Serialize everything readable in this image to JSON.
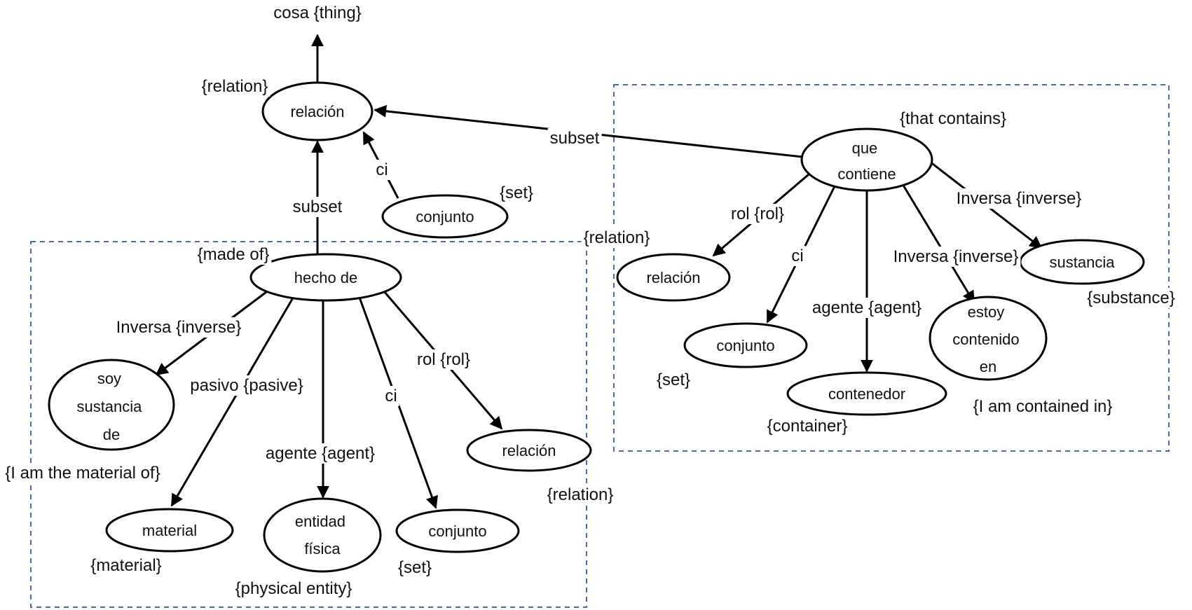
{
  "nodes": {
    "relacion_top": {
      "lines": [
        "relación"
      ]
    },
    "conjunto_top": {
      "lines": [
        "conjunto"
      ]
    },
    "hecho_de": {
      "lines": [
        "hecho de"
      ]
    },
    "soy_sustancia": {
      "lines": [
        "soy",
        "sustancia",
        "de"
      ]
    },
    "material": {
      "lines": [
        "material"
      ]
    },
    "entidad_fisica": {
      "lines": [
        "entidad",
        "física"
      ]
    },
    "conjunto_left": {
      "lines": [
        "conjunto"
      ]
    },
    "relacion_left": {
      "lines": [
        "relación"
      ]
    },
    "que_contiene": {
      "lines": [
        "que",
        "contiene"
      ]
    },
    "relacion_right": {
      "lines": [
        "relación"
      ]
    },
    "conjunto_right": {
      "lines": [
        "conjunto"
      ]
    },
    "contenedor": {
      "lines": [
        "contenedor"
      ]
    },
    "estoy_contenido": {
      "lines": [
        "estoy",
        "contenido",
        "en"
      ]
    },
    "sustancia": {
      "lines": [
        "sustancia"
      ]
    }
  },
  "labels": {
    "cosa": "cosa {thing}",
    "relation_top": "{relation}",
    "subset_right": "subset",
    "ci_top": "ci",
    "set_top": "{set}",
    "subset_vertical": "subset",
    "made_of": "{made of}",
    "inversa_left": "Inversa {inverse}",
    "pasivo": "pasivo {pasive}",
    "agente_left": "agente {agent}",
    "ci_left": "ci",
    "rol_left": "rol {rol}",
    "am_material": "{I am the material of}",
    "material_tr": "{material}",
    "physical_entity": "{physical entity}",
    "set_left": "{set}",
    "relation_left": "{relation}",
    "that_contains": "{that contains}",
    "rol_right": "rol {rol}",
    "relation_right": "{relation}",
    "ci_right": "ci",
    "agente_right": "agente {agent}",
    "inversa_right_1": "Inversa {inverse}",
    "inversa_right_2": "Inversa {inverse}",
    "set_right": "{set}",
    "container": "{container}",
    "am_contained": "{I am contained in}",
    "substance": "{substance}"
  },
  "colors": {
    "dashed_box": "#4a6aa8",
    "stroke": "#000000"
  }
}
